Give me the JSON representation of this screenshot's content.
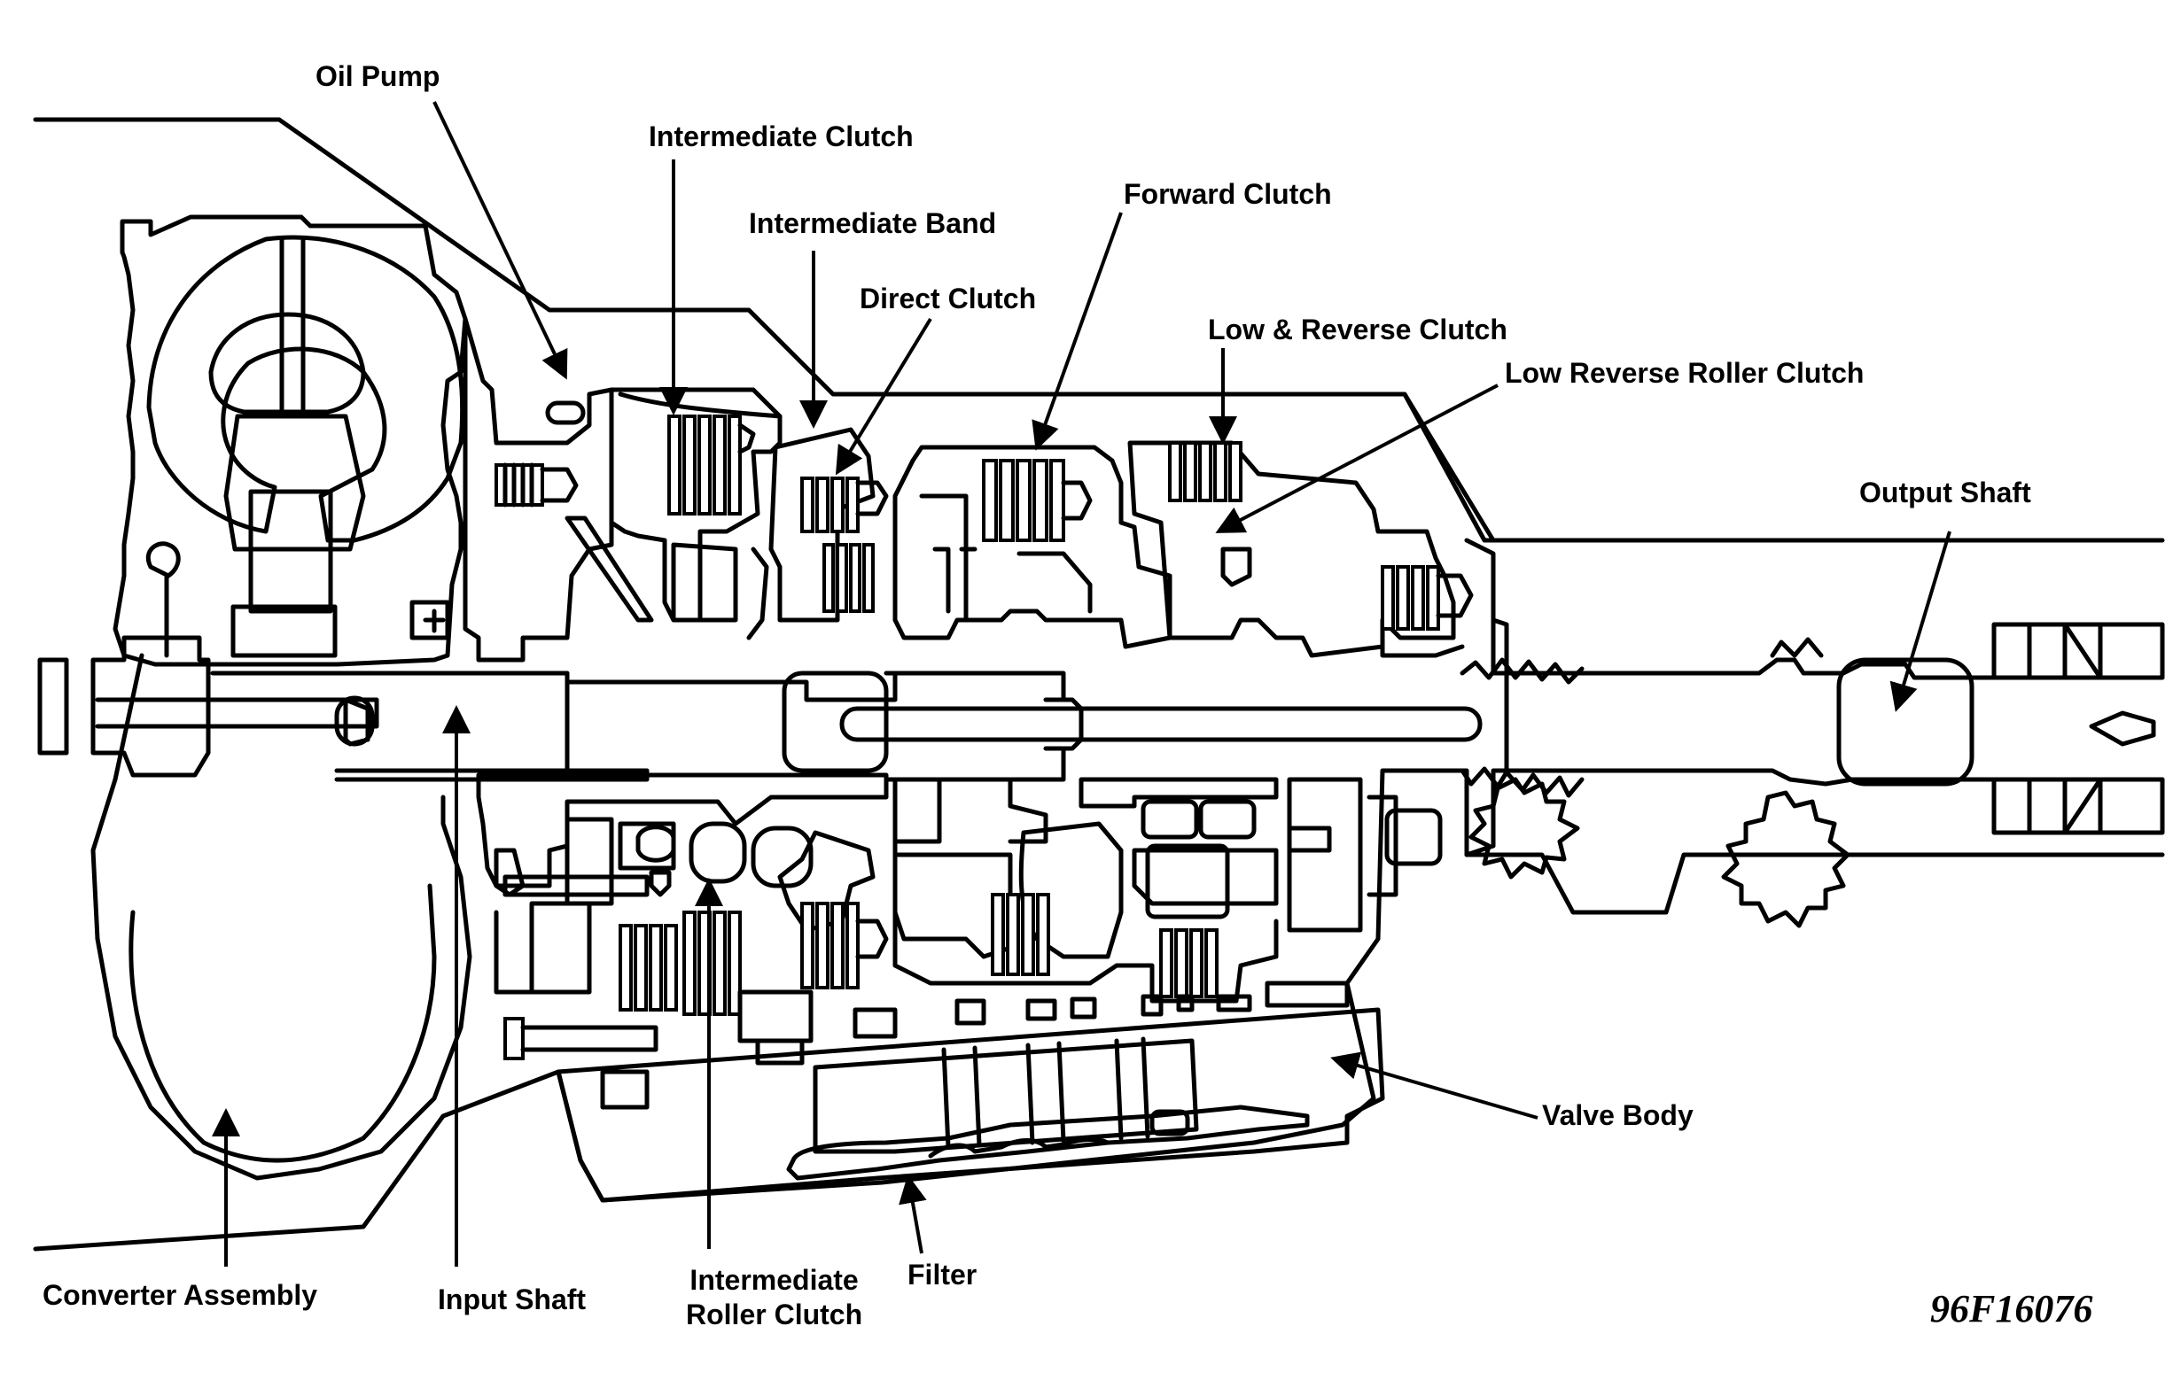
{
  "figure_id": "96F16076",
  "labels": {
    "oil_pump": "Oil Pump",
    "intermediate_clutch": "Intermediate Clutch",
    "intermediate_band": "Intermediate Band",
    "forward_clutch": "Forward Clutch",
    "direct_clutch": "Direct Clutch",
    "low_reverse_clutch": "Low & Reverse Clutch",
    "low_reverse_roller_clutch": "Low Reverse Roller Clutch",
    "output_shaft": "Output Shaft",
    "valve_body": "Valve Body",
    "converter_assembly": "Converter Assembly",
    "input_shaft": "Input Shaft",
    "intermediate_roller_clutch_line1": "Intermediate",
    "intermediate_roller_clutch_line2": "Roller Clutch",
    "filter": "Filter"
  }
}
